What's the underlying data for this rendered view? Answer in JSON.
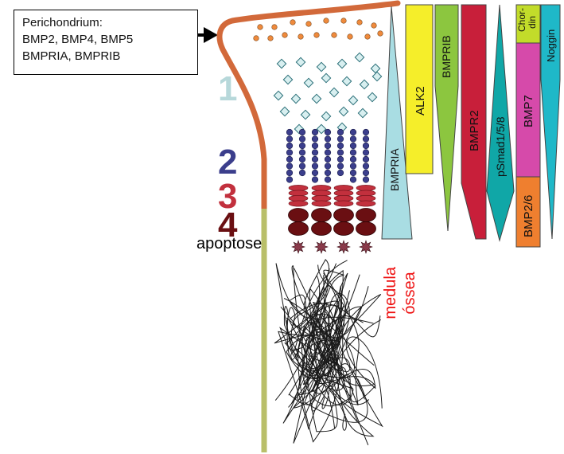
{
  "perichondrium": {
    "line1": "Perichondrium:",
    "line2": "BMP2, BMP4, BMP5",
    "line3": "BMPRIA, BMPRIB"
  },
  "zones": [
    {
      "label": "1",
      "color": "#b7d8da"
    },
    {
      "label": "2",
      "color": "#3b3e8c"
    },
    {
      "label": "3",
      "color": "#c2303d"
    },
    {
      "label": "4",
      "color": "#6a0f12"
    }
  ],
  "apoptosis_label": "apoptose",
  "marrow_label": {
    "line1": "medula",
    "line2": "óssea",
    "color": "#ee1111"
  },
  "gradients": [
    {
      "label": "BMPRIA",
      "color": "#a9dde3"
    },
    {
      "label": "ALK2",
      "color": "#f5ee2a"
    },
    {
      "label": "BMPRIB",
      "color": "#8cc63f"
    },
    {
      "label": "BMPR2",
      "color": "#c81f3a"
    },
    {
      "label": "pSmad1/5/8",
      "color": "#10a7a7"
    },
    {
      "label": "Chor-din",
      "line1": "Chor-",
      "line2": "din",
      "color": "#c2dc2a"
    },
    {
      "label": "BMP7",
      "color": "#d64aaa"
    },
    {
      "label": "BMP2/6",
      "color": "#ef7f2f"
    },
    {
      "label": "Noggin",
      "color": "#1fb8c8"
    }
  ],
  "colors": {
    "perichondrium_line": "#d2693a",
    "bone_line": "#b9bf6a",
    "resting_cells": "#ef8a3c",
    "proliferative_cells": "#3b3e8c",
    "prehypertrophic_cells": "#c2303d",
    "hypertrophic_cells": "#6a0f12"
  }
}
